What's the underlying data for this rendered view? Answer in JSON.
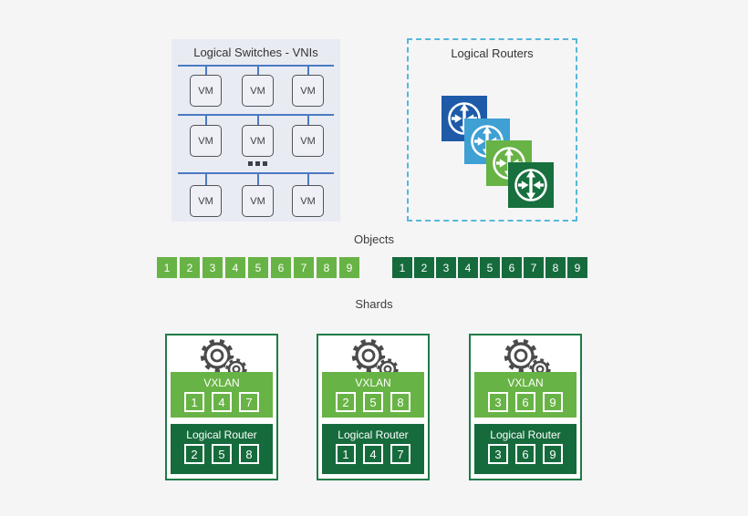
{
  "colors": {
    "page_bg": "#f5f5f6",
    "switches_panel_bg": "#e9ebf3",
    "switch_line_blue": "#4a7ac2",
    "routers_dashed_border": "#58b7da",
    "light_green": "#68b345",
    "dark_green": "#166b3c",
    "shard_border_green": "#1f7b46",
    "router_icon_colors": [
      "#1e5aa8",
      "#3fa0d4",
      "#68b345",
      "#17703d"
    ]
  },
  "switches_panel": {
    "title": "Logical Switches - VNIs",
    "vm_label": "VM",
    "rows": 3,
    "vms_per_row": 3,
    "ellipsis": "..."
  },
  "routers_panel": {
    "title": "Logical Routers",
    "router_count": 4
  },
  "objects": {
    "label": "Objects",
    "light_values": [
      "1",
      "2",
      "3",
      "4",
      "5",
      "6",
      "7",
      "8",
      "9"
    ],
    "dark_values": [
      "1",
      "2",
      "3",
      "4",
      "5",
      "6",
      "7",
      "8",
      "9"
    ]
  },
  "shards": {
    "label": "Shards",
    "boxes": [
      {
        "vxlan_label": "VXLAN",
        "vxlan_values": [
          "1",
          "4",
          "7"
        ],
        "router_label": "Logical Router",
        "router_values": [
          "2",
          "5",
          "8"
        ]
      },
      {
        "vxlan_label": "VXLAN",
        "vxlan_values": [
          "2",
          "5",
          "8"
        ],
        "router_label": "Logical Router",
        "router_values": [
          "1",
          "4",
          "7"
        ]
      },
      {
        "vxlan_label": "VXLAN",
        "vxlan_values": [
          "3",
          "6",
          "9"
        ],
        "router_label": "Logical Router",
        "router_values": [
          "3",
          "6",
          "9"
        ]
      }
    ]
  }
}
